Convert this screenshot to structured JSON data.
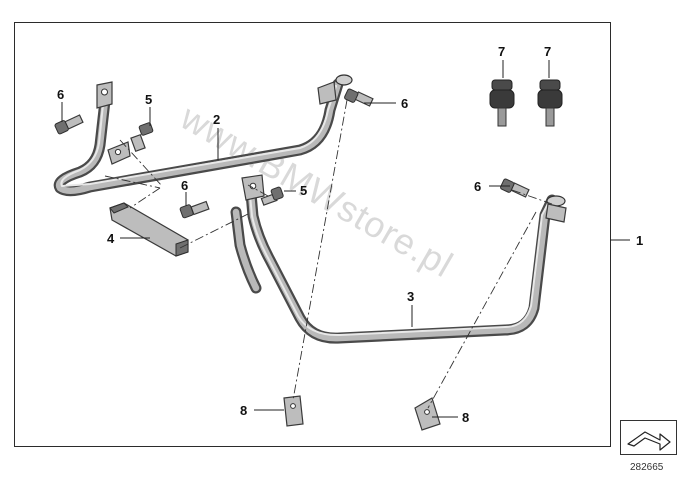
{
  "watermark": "www.BMWstore.pl",
  "document_number": "282665",
  "callouts": {
    "c1": "1",
    "c2": "2",
    "c3": "3",
    "c4": "4",
    "c5a": "5",
    "c5b": "5",
    "c6a": "6",
    "c6b": "6",
    "c6c": "6",
    "c6d": "6",
    "c7a": "7",
    "c7b": "7",
    "c8a": "8",
    "c8b": "8"
  },
  "icons": {
    "nav": "direction-arrow-icon"
  },
  "colors": {
    "frame": "#2b2b2b",
    "tube": "#4a4a4a",
    "watermark": "#d9d9d9"
  }
}
